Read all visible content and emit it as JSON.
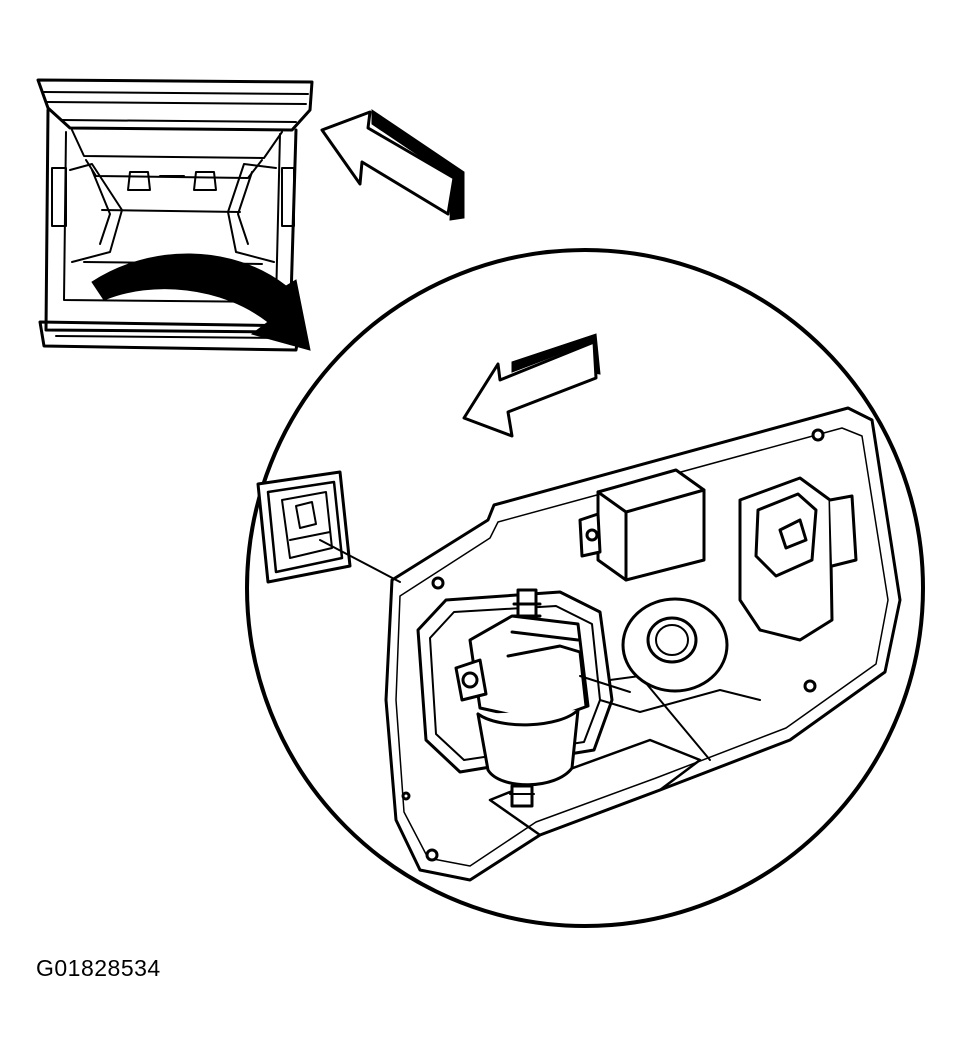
{
  "figure": {
    "id_label": "G01828534",
    "colors": {
      "ink": "#000000",
      "paper": "#ffffff"
    },
    "parts": [
      "vehicle-cargo-area",
      "detail-circle",
      "trim-panel",
      "wiper-motor",
      "relay-module",
      "electrical-connector"
    ]
  }
}
